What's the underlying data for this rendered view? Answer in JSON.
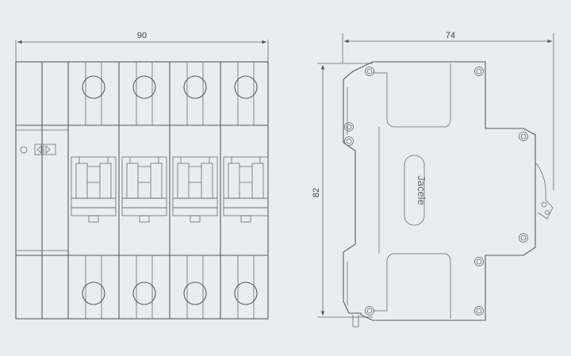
{
  "dimensions": {
    "width_front": "90",
    "depth_side": "74",
    "height_side": "82"
  },
  "brand": {
    "logo_text": "Jacele"
  },
  "colors": {
    "background": "#e8eef0",
    "line": "#5a5a5a"
  },
  "front_view": {
    "poles": 4
  }
}
